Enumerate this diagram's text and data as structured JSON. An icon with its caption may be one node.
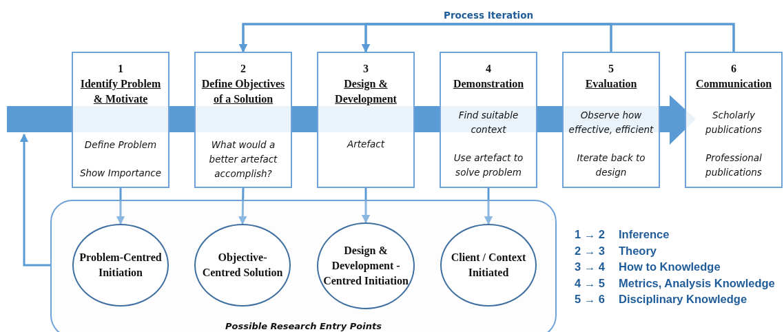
{
  "diagram": {
    "nodes": [
      {
        "text": [
          "1",
          "Identify Problem & Motivate",
          "Define Problem",
          "Show Importance"
        ]
      },
      {
        "text": [
          "2",
          "Define Objectives of a Solution",
          "What would a better artefact accomplish?"
        ]
      },
      {
        "text": [
          "3",
          "Design & Development",
          "Artefact"
        ]
      },
      {
        "text": [
          "4",
          "Demonstration",
          "Find suitable context",
          "Use artefact to solve problem"
        ]
      },
      {
        "text": [
          "5",
          "Evaluation",
          "Observe how effective, efficient",
          "Iterate back to design"
        ]
      },
      {
        "text": [
          "6",
          "Communication",
          "Scholarly publications",
          "Professional publications"
        ]
      },
      {
        "text": [
          "Possible Research Entry Points"
        ]
      },
      {
        "text": [
          "Problem-Centred Initiation"
        ],
        "in": 6
      },
      {
        "text": [
          "Objective-Centred Solution"
        ],
        "in": 6
      },
      {
        "text": [
          "Design & Development - Centred Initiation"
        ],
        "in": 6
      },
      {
        "text": [
          "Client / Context Initiated"
        ],
        "in": 6
      }
    ],
    "edges": [
      {
        "from": 4,
        "to": 1,
        "arrow": "to",
        "label": "Process Iteration"
      },
      {
        "from": 4,
        "to": 2,
        "arrow": "to"
      },
      {
        "from": 5,
        "to": 1,
        "arrow": "to"
      },
      {
        "from": 5,
        "to": 2,
        "arrow": "to"
      },
      {
        "from": 0,
        "to": 7,
        "arrow": "to"
      },
      {
        "from": 1,
        "to": 8,
        "arrow": "to"
      },
      {
        "from": 2,
        "to": 9,
        "arrow": "to"
      },
      {
        "from": 3,
        "to": 10,
        "arrow": "to"
      },
      {
        "from": 6,
        "to": null,
        "arrow": "to"
      }
    ],
    "labels": [
      "1 → 2",
      "Inference",
      "2 → 3",
      "Theory",
      "3 → 4",
      "How to Knowledge",
      "4 → 5",
      "Metrics, Analysis Knowledge",
      "5 → 6",
      "Disciplinary Knowledge"
    ]
  }
}
